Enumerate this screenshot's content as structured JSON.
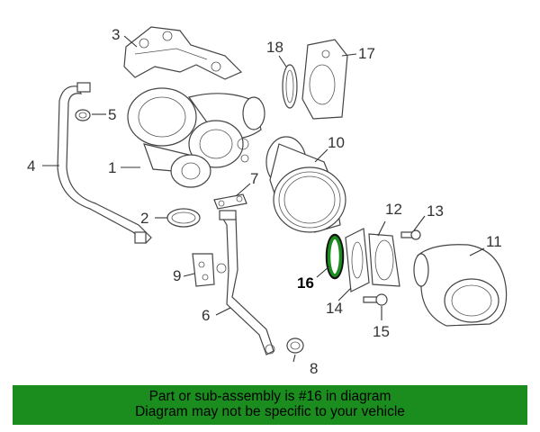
{
  "callouts": {
    "c1": "1",
    "c2": "2",
    "c3": "3",
    "c4": "4",
    "c5": "5",
    "c6": "6",
    "c7": "7",
    "c8": "8",
    "c9": "9",
    "c10": "10",
    "c11": "11",
    "c12": "12",
    "c13": "13",
    "c14": "14",
    "c15": "15",
    "c16": "16",
    "c17": "17",
    "c18": "18"
  },
  "highlight": {
    "color": "#1b8d1f"
  },
  "banner": {
    "line1": "Part or sub-assembly is #16 in diagram",
    "line2": "Diagram may not be specific to your vehicle",
    "color": "#1b8d1f"
  }
}
